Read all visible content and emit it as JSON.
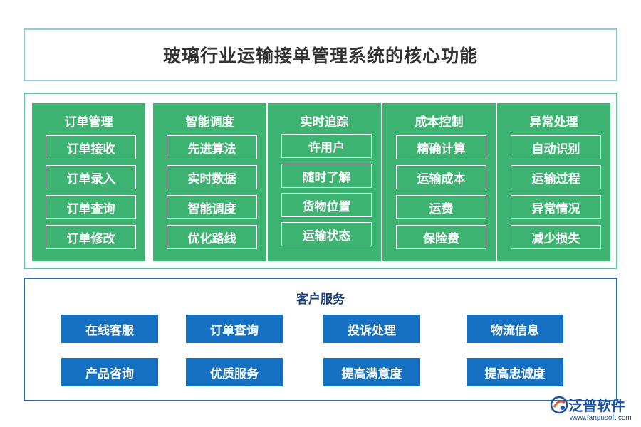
{
  "title": "玻璃行业运输接单管理系统的核心功能",
  "modules": [
    {
      "title": "订单管理",
      "items": [
        "订单接收",
        "订单录入",
        "订单查询",
        "订单修改"
      ]
    },
    {
      "title": "智能调度",
      "items": [
        "先进算法",
        "实时数据",
        "智能调度",
        "优化路线"
      ]
    },
    {
      "title": "实时追踪",
      "items": [
        "许用户",
        "随时了解",
        "货物位置",
        "运输状态"
      ]
    },
    {
      "title": "成本控制",
      "items": [
        "精确计算",
        "运输成本",
        "运费",
        "保险费"
      ]
    },
    {
      "title": "异常处理",
      "items": [
        "自动识别",
        "运输过程",
        "异常情况",
        "减少损失"
      ]
    }
  ],
  "customer_service": {
    "title": "客户服务",
    "items": [
      "在线客服",
      "订单查询",
      "投诉处理",
      "物流信息",
      "产品咨询",
      "优质服务",
      "提高满意度",
      "提高忠诚度"
    ]
  },
  "brand": {
    "name": "泛普软件",
    "url": "www.fanpusoft.com",
    "logo_icon": "fanpu-logo-icon"
  },
  "colors": {
    "title_border": "#8ec9d6",
    "green_frame": "#5fc3a5",
    "module_fill": "#3cb371",
    "blue_frame": "#2b6cb0",
    "blue_button": "#1570c2",
    "service_title": "#1f3f7a"
  }
}
